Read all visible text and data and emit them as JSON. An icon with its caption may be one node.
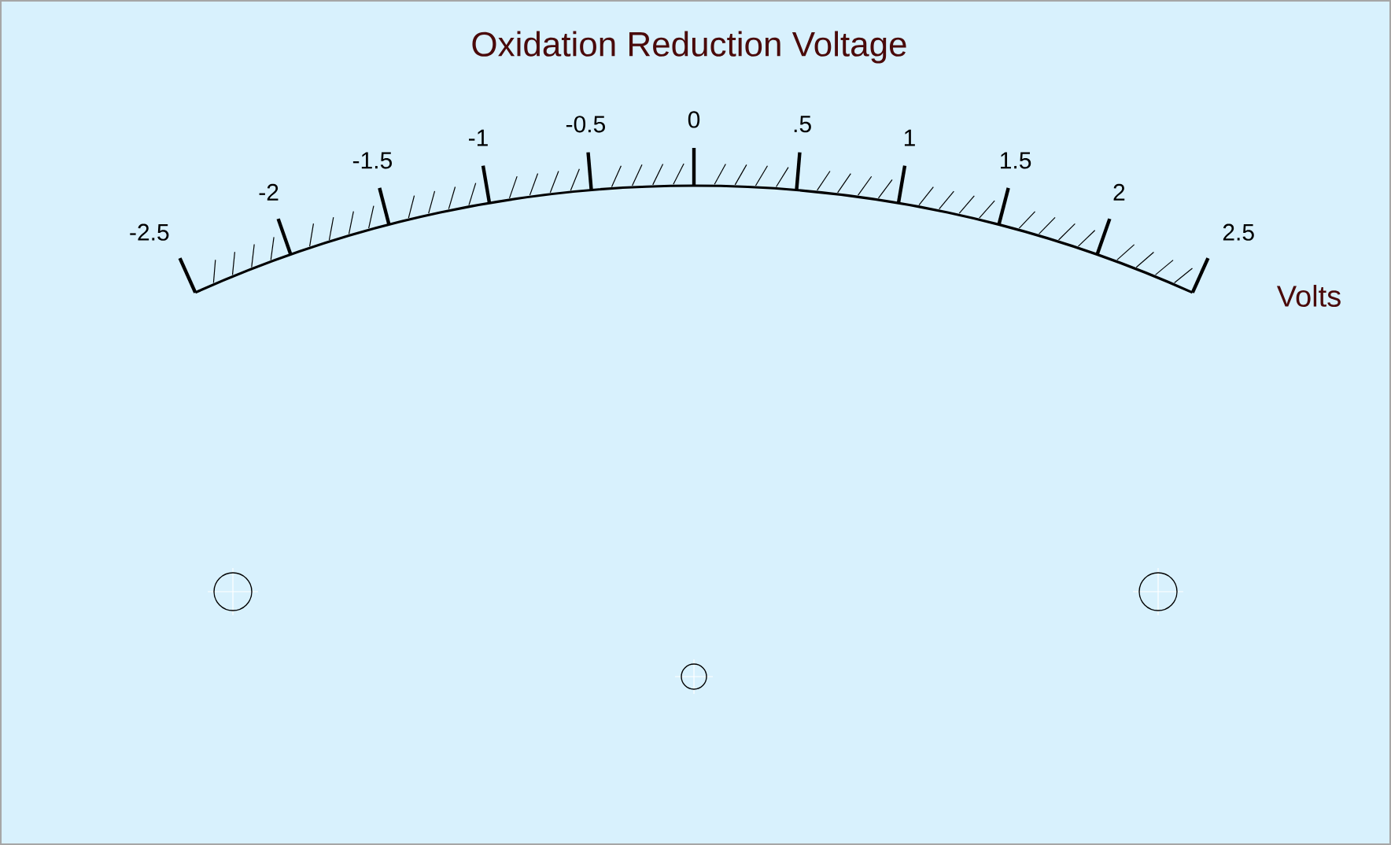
{
  "diagram": {
    "title": "Oxidation Reduction Voltage",
    "labels": [
      "-2.5",
      "-2",
      "-1.5",
      "-1",
      "-0.5",
      "0",
      ".5",
      "1",
      "1.5",
      "2",
      "2.5",
      "Volts"
    ]
  }
}
